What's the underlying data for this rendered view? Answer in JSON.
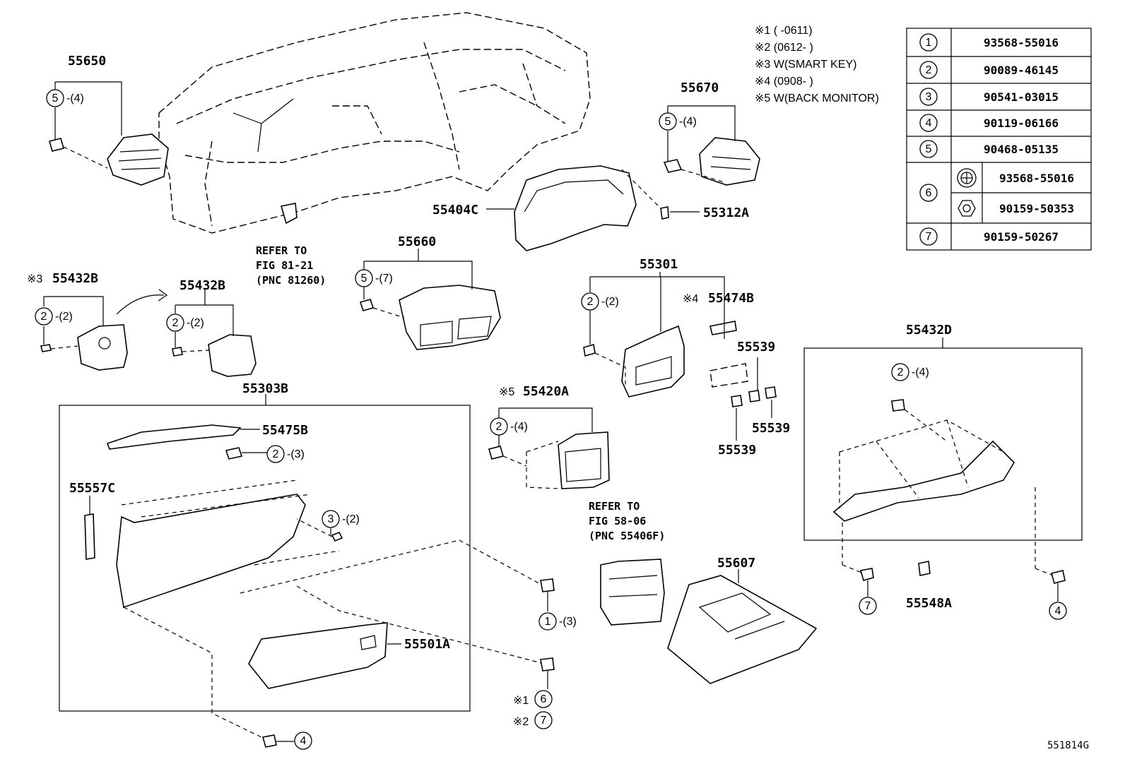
{
  "diagram_code": "551814G",
  "notes": [
    "※1 (      -0611)",
    "※2 (0612-      )",
    "※3 W(SMART KEY)",
    "※4 (0908-      )",
    "※5 W(BACK MONITOR)"
  ],
  "table": [
    {
      "ref": "1",
      "parts": [
        "93568-55016"
      ]
    },
    {
      "ref": "2",
      "parts": [
        "90089-46145"
      ]
    },
    {
      "ref": "3",
      "parts": [
        "90541-03015"
      ]
    },
    {
      "ref": "4",
      "parts": [
        "90119-06166"
      ]
    },
    {
      "ref": "5",
      "parts": [
        "90468-05135"
      ]
    },
    {
      "ref": "6",
      "parts": [
        "93568-55016",
        "90159-50353"
      ]
    },
    {
      "ref": "7",
      "parts": [
        "90159-50267"
      ]
    }
  ],
  "parts": {
    "p55650": "55650",
    "p55670": "55670",
    "p55404C": "55404C",
    "p55312A": "55312A",
    "p55660": "55660",
    "p55301": "55301",
    "p55474B": "55474B",
    "p55432B_a": "55432B",
    "p55432B_b": "55432B",
    "p55432D": "55432D",
    "p55539_a": "55539",
    "p55539_b": "55539",
    "p55539_c": "55539",
    "p55303B": "55303B",
    "p55475B": "55475B",
    "p55557C": "55557C",
    "p55501A": "55501A",
    "p55420A": "55420A",
    "p55607": "55607",
    "p55548A": "55548A"
  },
  "marks": {
    "m3": "※3",
    "m4": "※4",
    "m5": "※5",
    "m1": "※1",
    "m2": "※2"
  },
  "refer1": [
    "REFER TO",
    "FIG 81-21",
    "(PNC 81260)"
  ],
  "refer2": [
    "REFER TO",
    "FIG 58-06",
    "(PNC 55406F)"
  ],
  "callouts": {
    "c1": {
      "n": "5",
      "q": "-(4)"
    },
    "c2": {
      "n": "5",
      "q": "-(4)"
    },
    "c3": {
      "n": "5",
      "q": "-(7)"
    },
    "c4": {
      "n": "2",
      "q": "-(2)"
    },
    "c5": {
      "n": "2",
      "q": "-(2)"
    },
    "c6": {
      "n": "2",
      "q": "-(2)"
    },
    "c7": {
      "n": "2",
      "q": "-(4)"
    },
    "c8": {
      "n": "2",
      "q": "-(4)"
    },
    "c9": {
      "n": "2",
      "q": "-(3)"
    },
    "c10": {
      "n": "3",
      "q": "-(2)"
    },
    "c11": {
      "n": "1",
      "q": "-(3)"
    }
  },
  "bolts": {
    "b6": "6",
    "b7a": "7",
    "b7b": "7",
    "b4a": "4",
    "b4b": "4"
  }
}
